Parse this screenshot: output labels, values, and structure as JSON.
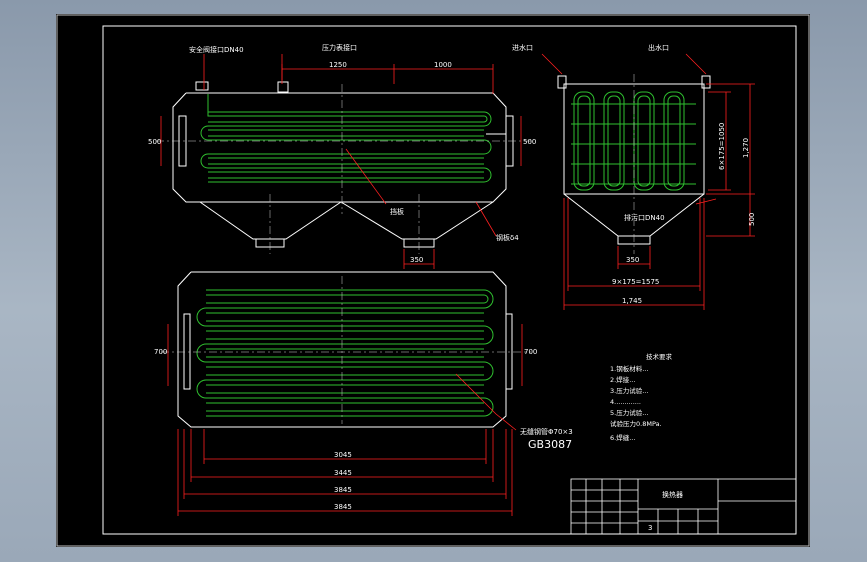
{
  "colors": {
    "background": "#000000",
    "outline": "#ffffff",
    "tubes": "#2fbf2f",
    "dimension": "#ff2020",
    "leader": "#ff2020",
    "centerline": "#cfcfcf"
  },
  "labels": {
    "safety_valve": "安全阀接口DN40",
    "pressure_gauge": "压力表接口",
    "inlet": "进水口",
    "outlet": "出水口",
    "drain": "排污口DN40",
    "baffle": "挡板",
    "steel_plate": "钢板δ4",
    "seamless_pipe": "无缝钢管Φ70×3",
    "standard": "GB3087"
  },
  "dimensions": {
    "top_left": "1250",
    "top_right": "1000",
    "left_500": "500",
    "right_500": "500",
    "outlet_350": "350",
    "left_700": "700",
    "right_700": "700",
    "len_1": "3045",
    "len_2": "3445",
    "len_3": "3845",
    "len_4": "3845",
    "side_350": "350",
    "side_1575": "9×175=1575",
    "side_1745": "1,745",
    "side_1050": "6×175=1050",
    "side_1270": "1,270",
    "side_500": "500"
  },
  "notes": {
    "title": "技术要求",
    "items": [
      "1.钢板材料...",
      "2.焊接...",
      "3.压力试验...",
      "4.............",
      "5.压力试验...",
      "试验压力0.8MPa.",
      "6.焊缝..."
    ]
  },
  "title_block": {
    "drawing_name": "换热器",
    "scale": "3"
  }
}
